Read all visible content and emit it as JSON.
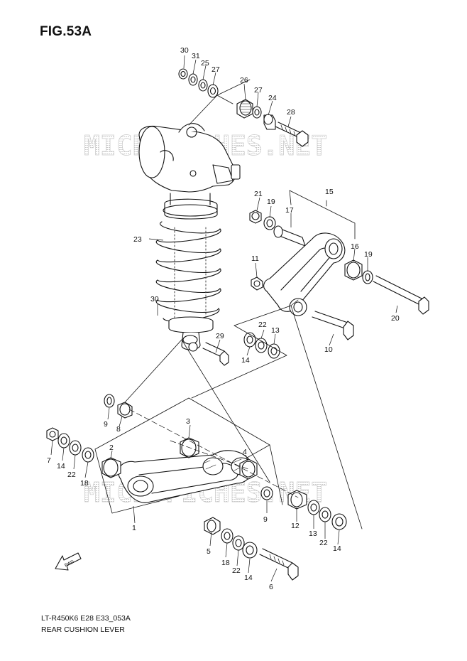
{
  "figure": {
    "title": "FIG.53A",
    "code": "LT-R450K6 E28 E33_053A",
    "caption": "REAR CUSHION LEVER"
  },
  "watermark": {
    "text": "MICROFICHES.NET",
    "color": "#c8c8c8"
  },
  "fwd_arrow": {
    "text": "FWD"
  },
  "callouts": {
    "n30a": "30",
    "n31": "31",
    "n25": "25",
    "n27a": "27",
    "n26": "26",
    "n27b": "27",
    "n24": "24",
    "n28": "28",
    "n21": "21",
    "n19a": "19",
    "n17": "17",
    "n15": "15",
    "n23": "23",
    "n16": "16",
    "n19b": "19",
    "n11": "11",
    "n20": "20",
    "n30b": "30",
    "n22a": "22",
    "n13a": "13",
    "n29": "29",
    "n14a": "14",
    "n10": "10",
    "n9a": "9",
    "n8": "8",
    "n3": "3",
    "n2": "2",
    "n4": "4",
    "n7": "7",
    "n14b": "14",
    "n22b": "22",
    "n18a": "18",
    "n9b": "9",
    "n12": "12",
    "n13b": "13",
    "n22c": "22",
    "n14c": "14",
    "n1": "1",
    "n5": "5",
    "n18b": "18",
    "n22d": "22",
    "n14d": "14",
    "n6": "6"
  }
}
